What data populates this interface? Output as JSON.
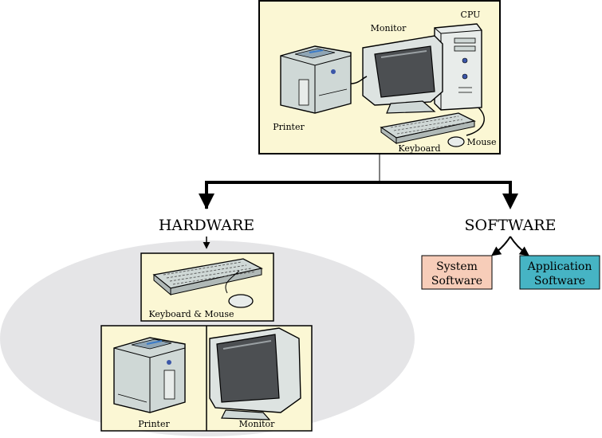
{
  "top_panel": {
    "labels": {
      "cpu": "CPU",
      "monitor": "Monitor",
      "printer": "Printer",
      "keyboard": "Keyboard",
      "mouse": "Mouse"
    }
  },
  "branches": {
    "hardware": "HARDWARE",
    "software": "SOFTWARE"
  },
  "hardware_items": {
    "keyboard_mouse": "Keyboard & Mouse",
    "printer": "Printer",
    "monitor": "Monitor"
  },
  "software_items": {
    "system_line1": "System",
    "system_line2": "Software",
    "application_line1": "Application",
    "application_line2": "Software"
  },
  "colors": {
    "panel_fill": "#fbf7d4",
    "ellipse_fill": "#e5e5e7",
    "system_fill": "#f7cdb9",
    "application_fill": "#46b4c4",
    "device_fill": "#cfd8d6",
    "screen_fill": "#4c4f52"
  }
}
